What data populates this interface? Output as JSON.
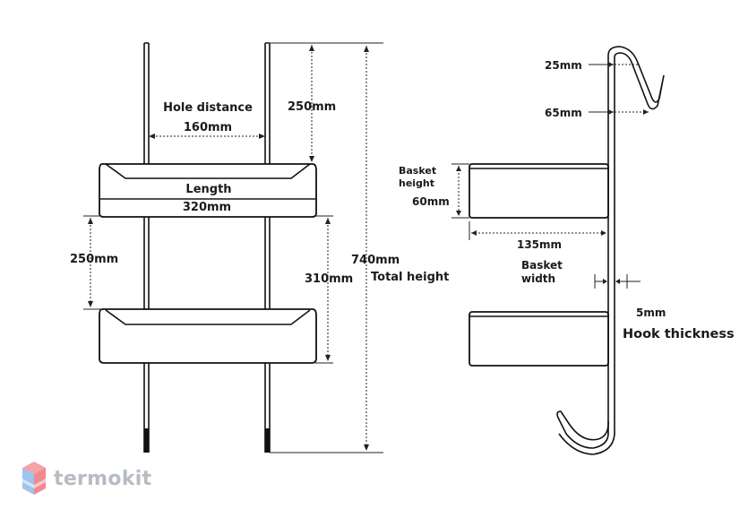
{
  "front_view": {
    "hole_distance_label": "Hole distance",
    "hole_distance_value": "160mm",
    "top_spacing_value": "250mm",
    "length_label": "Length",
    "length_value": "320mm",
    "tray_spacing_value": "250mm",
    "lower_height_value": "310mm",
    "total_height_value": "740mm",
    "total_height_label": "Total height"
  },
  "side_view": {
    "hook_gap_value": "25mm",
    "hook_depth_value": "65mm",
    "basket_height_label_line1": "Basket",
    "basket_height_label_line2": "height",
    "basket_height_value": "60mm",
    "basket_width_value": "135mm",
    "basket_width_label_line1": "Basket",
    "basket_width_label_line2": "width",
    "hook_thickness_value": "5mm",
    "hook_thickness_label": "Hook thickness"
  },
  "brand": {
    "name": "termokit",
    "colors": {
      "top": "#f4a3a8",
      "left": "#9ec3ee",
      "right": "#f08a90"
    }
  }
}
